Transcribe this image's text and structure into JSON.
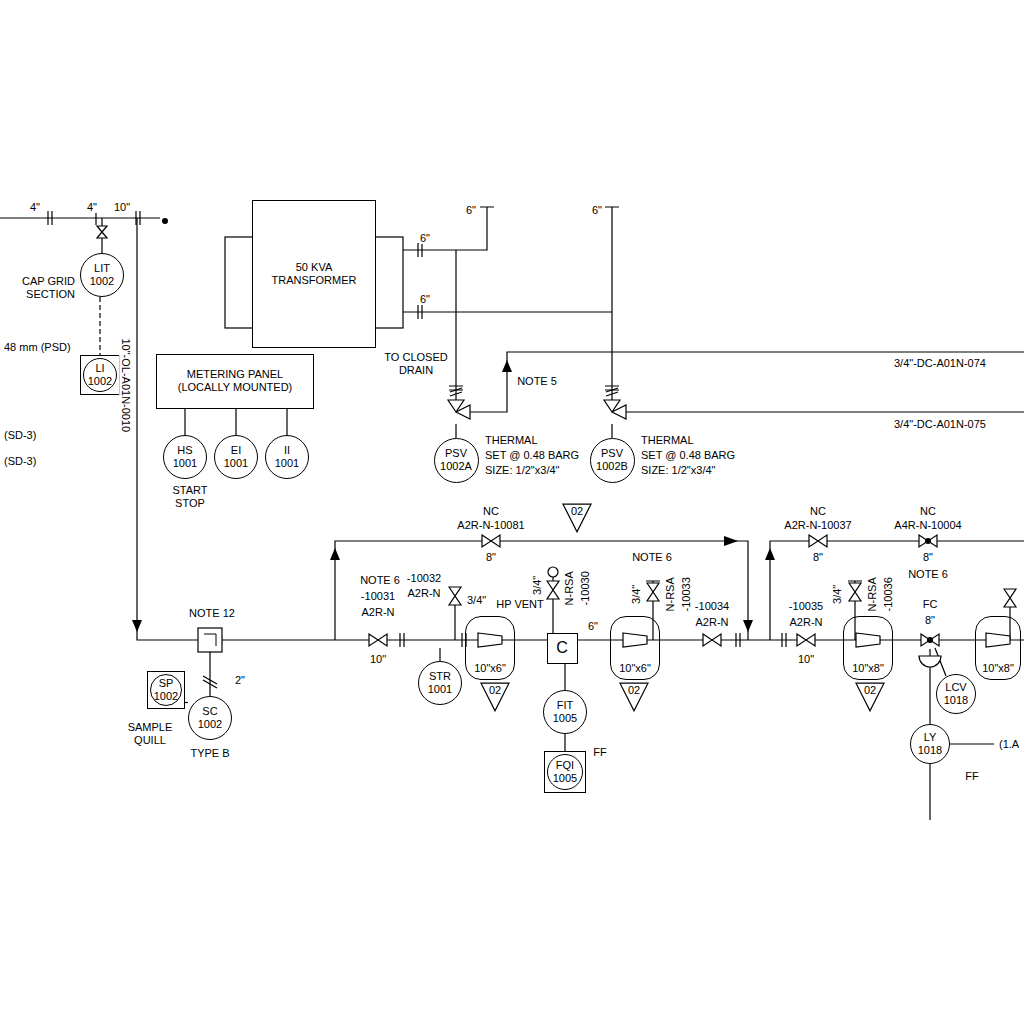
{
  "diagram": {
    "nodes": [
      {
        "text": [
          "LIT",
          "1002"
        ]
      },
      {
        "text": [
          "LI",
          "1002"
        ]
      },
      {
        "text": [
          "50 KVA TRANSFORMER"
        ]
      },
      {
        "text": [
          "METERING PANEL (LOCALLY MOUNTED)"
        ]
      },
      {
        "text": [
          "HS",
          "1001"
        ]
      },
      {
        "text": [
          "EI",
          "1001"
        ]
      },
      {
        "text": [
          "II",
          "1001"
        ]
      },
      {
        "text": [
          "PSV",
          "1002A"
        ]
      },
      {
        "text": [
          "PSV",
          "1002B"
        ]
      },
      {
        "text": [
          "SP",
          "1002"
        ]
      },
      {
        "text": [
          "SC",
          "1002"
        ]
      },
      {
        "text": [
          "STR",
          "1001"
        ]
      },
      {
        "text": [
          "10\"x6\""
        ]
      },
      {
        "text": [
          "02"
        ]
      },
      {
        "text": [
          "02"
        ]
      },
      {
        "text": [
          "C"
        ]
      },
      {
        "text": [
          "FIT",
          "1005"
        ]
      },
      {
        "text": [
          "FQI",
          "1005"
        ]
      },
      {
        "text": [
          "10\"x6\""
        ]
      },
      {
        "text": [
          "02"
        ]
      },
      {
        "text": [
          "10\"x8\""
        ]
      },
      {
        "text": [
          "02"
        ]
      },
      {
        "text": [
          "LCV",
          "1018"
        ]
      },
      {
        "text": [
          "LY",
          "1018"
        ]
      },
      {
        "text": [
          "10\"x8\""
        ]
      }
    ],
    "edges": [
      {
        "from": 0,
        "to": 1,
        "arrow": "none"
      },
      {
        "from": 3,
        "to": 4,
        "arrow": "none"
      },
      {
        "from": 3,
        "to": 5,
        "arrow": "none"
      },
      {
        "from": 3,
        "to": 6,
        "arrow": "none"
      },
      {
        "from": 9,
        "to": 10,
        "arrow": "none"
      },
      {
        "from": 15,
        "to": 16,
        "arrow": "none"
      },
      {
        "from": 16,
        "to": 17,
        "arrow": "none"
      }
    ],
    "labels": [
      "4\"",
      "4\"",
      "10\"",
      "CAP GRID SECTION",
      "48 mm (PSD)",
      "(SD-3)",
      "(SD-3)",
      "10\"-OL-A01N-0010",
      "START STOP",
      "6\"",
      "6\"",
      "6\"",
      "6\"",
      "TO CLOSED DRAIN",
      "NOTE 5",
      "THERMAL",
      "SET @ 0.48 BARG",
      "SIZE: 1/2\"x3/4\"",
      "THERMAL",
      "SET @ 0.48 BARG",
      "SIZE: 1/2\"x3/4\"",
      "3/4\"-DC-A01N-074",
      "3/4\"-DC-A01N-075",
      "NOTE 12",
      "2\"",
      "SAMPLE QUILL",
      "TYPE B",
      "NOTE 6",
      "-10031",
      "A2R-N",
      "10\"",
      "-10032",
      "A2R-N",
      "3/4\"",
      "NC",
      "A2R-N-10081",
      "8\"",
      "3/4\"",
      "N-RSA",
      "-10030",
      "HP VENT",
      "6\"",
      "FF",
      "NOTE 6",
      "3/4\"",
      "N-RSA",
      "-10033",
      "-10034",
      "A2R-N",
      "NC",
      "A2R-N-10037",
      "8\"",
      "NC",
      "A4R-N-10004",
      "8\"",
      "NOTE 6",
      "-10035",
      "A2R-N",
      "10\"",
      "3/4\"",
      "N-RSA",
      "-10036",
      "FC",
      "8\"",
      "FF",
      "(1.A"
    ]
  }
}
